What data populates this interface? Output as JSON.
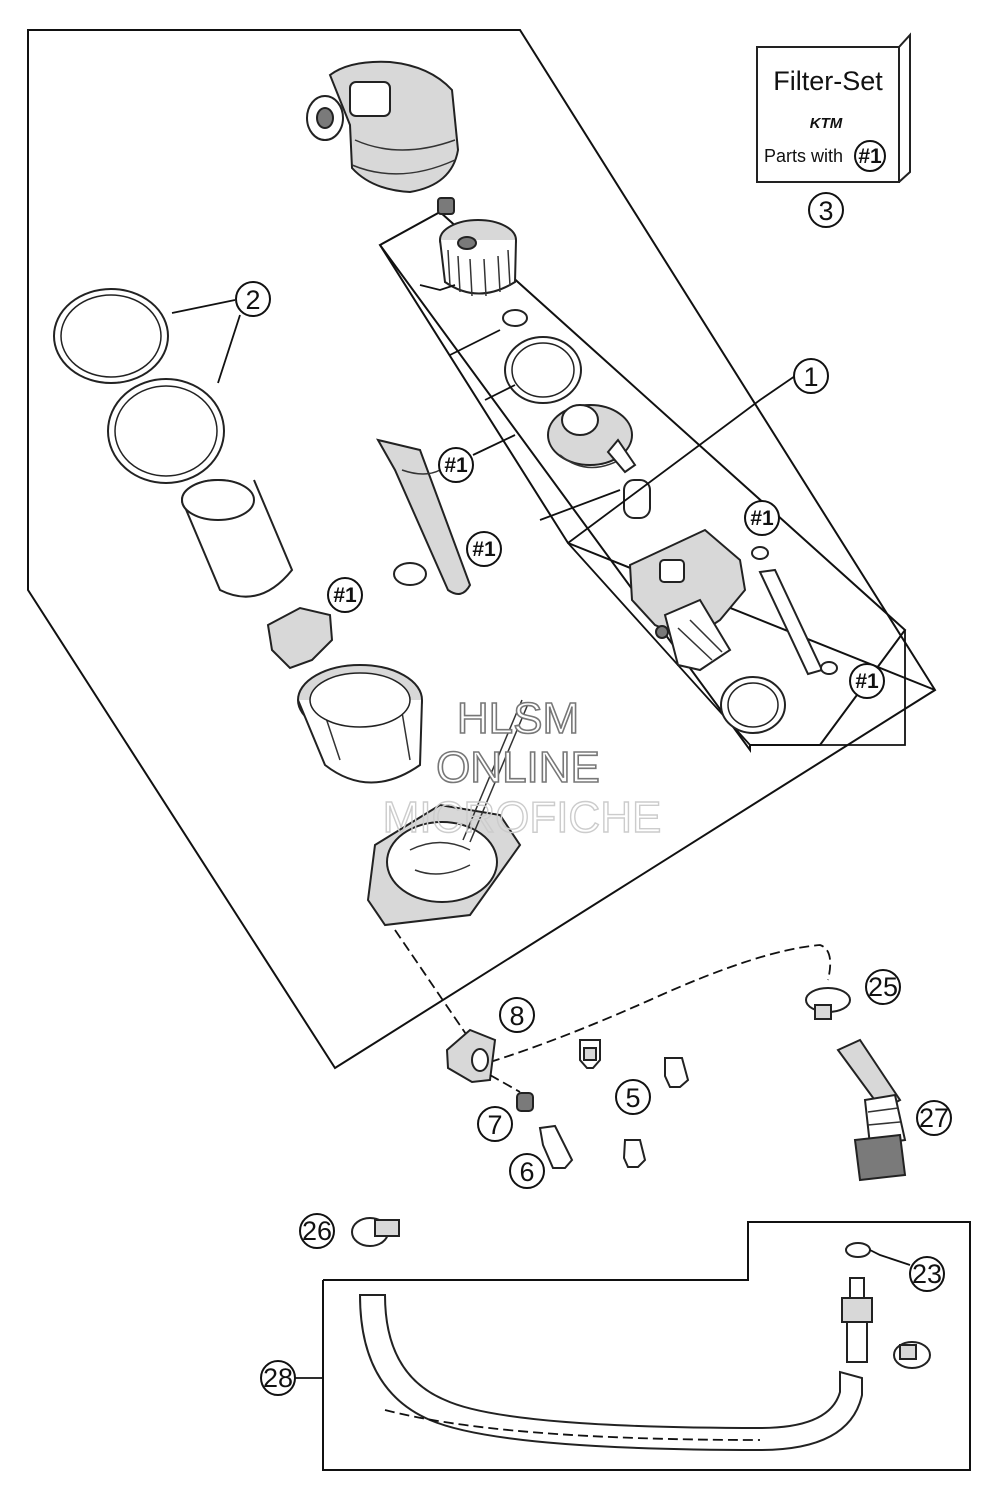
{
  "filter_set": {
    "title": "Filter-Set",
    "brand": "KTM",
    "parts_with": "Parts with",
    "parts_ref": "#1"
  },
  "callouts": [
    {
      "id": "c1",
      "label": "1"
    },
    {
      "id": "c2",
      "label": "2"
    },
    {
      "id": "c3",
      "label": "3"
    },
    {
      "id": "c5",
      "label": "5"
    },
    {
      "id": "c6",
      "label": "6"
    },
    {
      "id": "c7",
      "label": "7"
    },
    {
      "id": "c8",
      "label": "8"
    },
    {
      "id": "c23",
      "label": "23"
    },
    {
      "id": "c25",
      "label": "25"
    },
    {
      "id": "c26",
      "label": "26"
    },
    {
      "id": "c27",
      "label": "27"
    },
    {
      "id": "c28",
      "label": "28"
    }
  ],
  "ref_tags": [
    "#1",
    "#1",
    "#1",
    "#1",
    "#1"
  ],
  "watermark": {
    "line1": "HLSM",
    "line2": "ONLINE",
    "line3": "MICROFICHE"
  },
  "colors": {
    "ink": "#111111",
    "part_fill": "#d8d8d8",
    "watermark_stroke": "#777777"
  }
}
